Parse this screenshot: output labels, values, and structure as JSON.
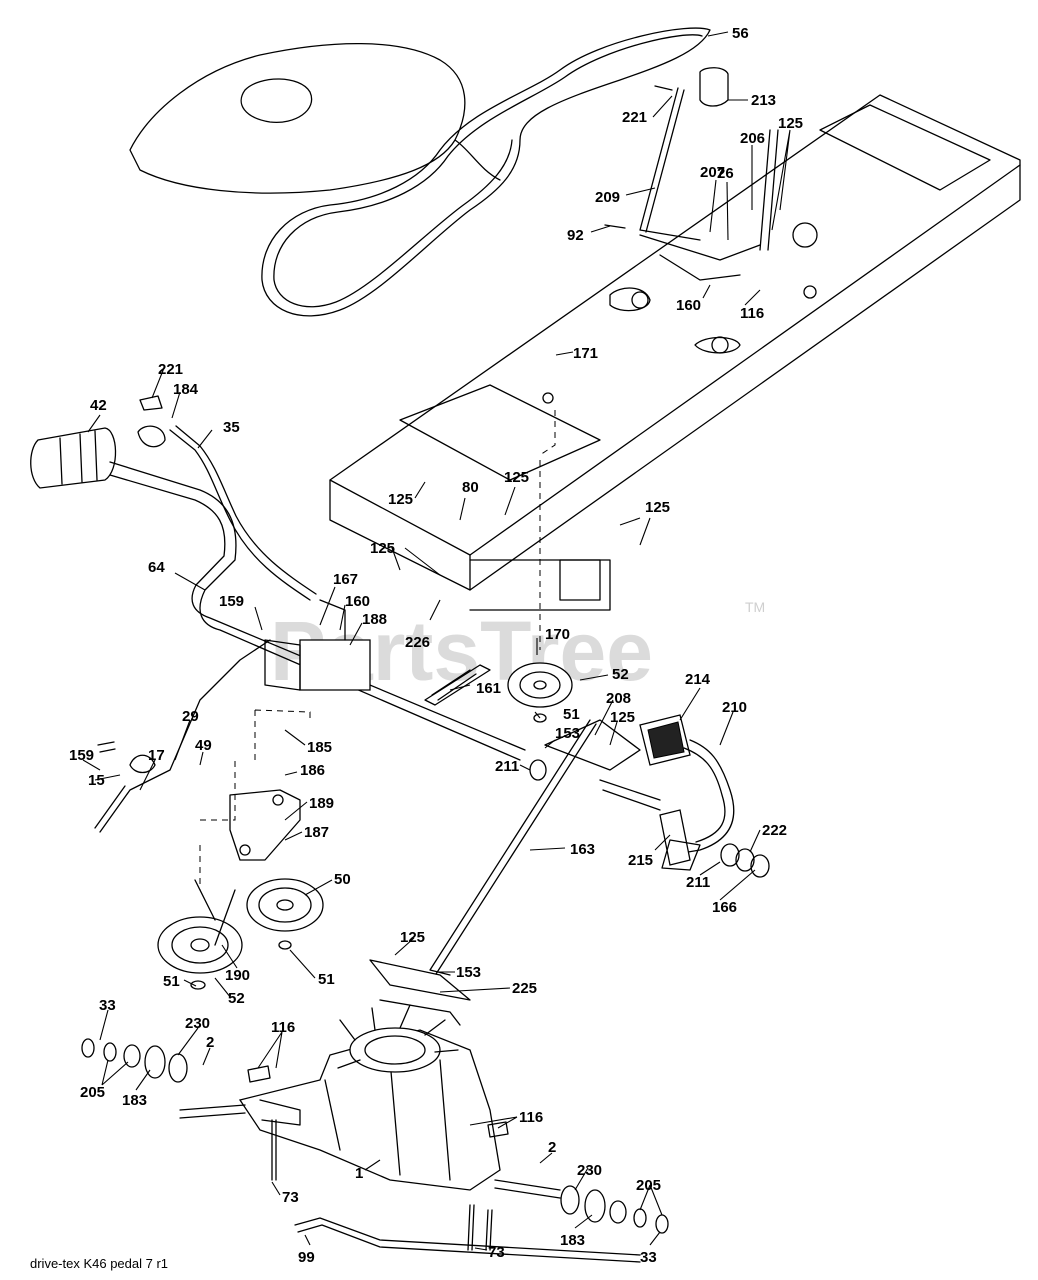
{
  "watermark": {
    "text": "PartsTree",
    "tm": "TM"
  },
  "footer": {
    "code": "drive-tex K46 pedal 7 r1"
  },
  "callouts": {
    "c56": "56",
    "c221a": "221",
    "c213": "213",
    "c125a": "125",
    "c206": "206",
    "c207": "207",
    "c26": "26",
    "c209": "209",
    "c92": "92",
    "c160a": "160",
    "c116a": "116",
    "c171": "171",
    "c221b": "221",
    "c184": "184",
    "c42": "42",
    "c35": "35",
    "c125b": "125",
    "c80": "80",
    "c125c": "125",
    "c125d": "125",
    "c125e": "125",
    "c64": "64",
    "c167": "167",
    "c159a": "159",
    "c160b": "160",
    "c188": "188",
    "c226": "226",
    "c170": "170",
    "c52a": "52",
    "c214": "214",
    "c210": "210",
    "c208": "208",
    "c161": "161",
    "c51a": "51",
    "c125f": "125",
    "c29": "29",
    "c49": "49",
    "c185": "185",
    "c153a": "153",
    "c159b": "159",
    "c17": "17",
    "c186": "186",
    "c211a": "211",
    "c15": "15",
    "c189": "189",
    "c187": "187",
    "c163": "163",
    "c222": "222",
    "c215": "215",
    "c211b": "211",
    "c50": "50",
    "c166": "166",
    "c125g": "125",
    "c153b": "153",
    "c225": "225",
    "c190": "190",
    "c51b": "51",
    "c51c": "51",
    "c52b": "52",
    "c33a": "33",
    "c230a": "230",
    "c116b": "116",
    "c2a": "2",
    "c205a": "205",
    "c183a": "183",
    "c116c": "116",
    "c2b": "2",
    "c1": "1",
    "c230b": "230",
    "c205b": "205",
    "c73a": "73",
    "c183b": "183",
    "c33b": "33",
    "c99": "99",
    "c73b": "73"
  }
}
